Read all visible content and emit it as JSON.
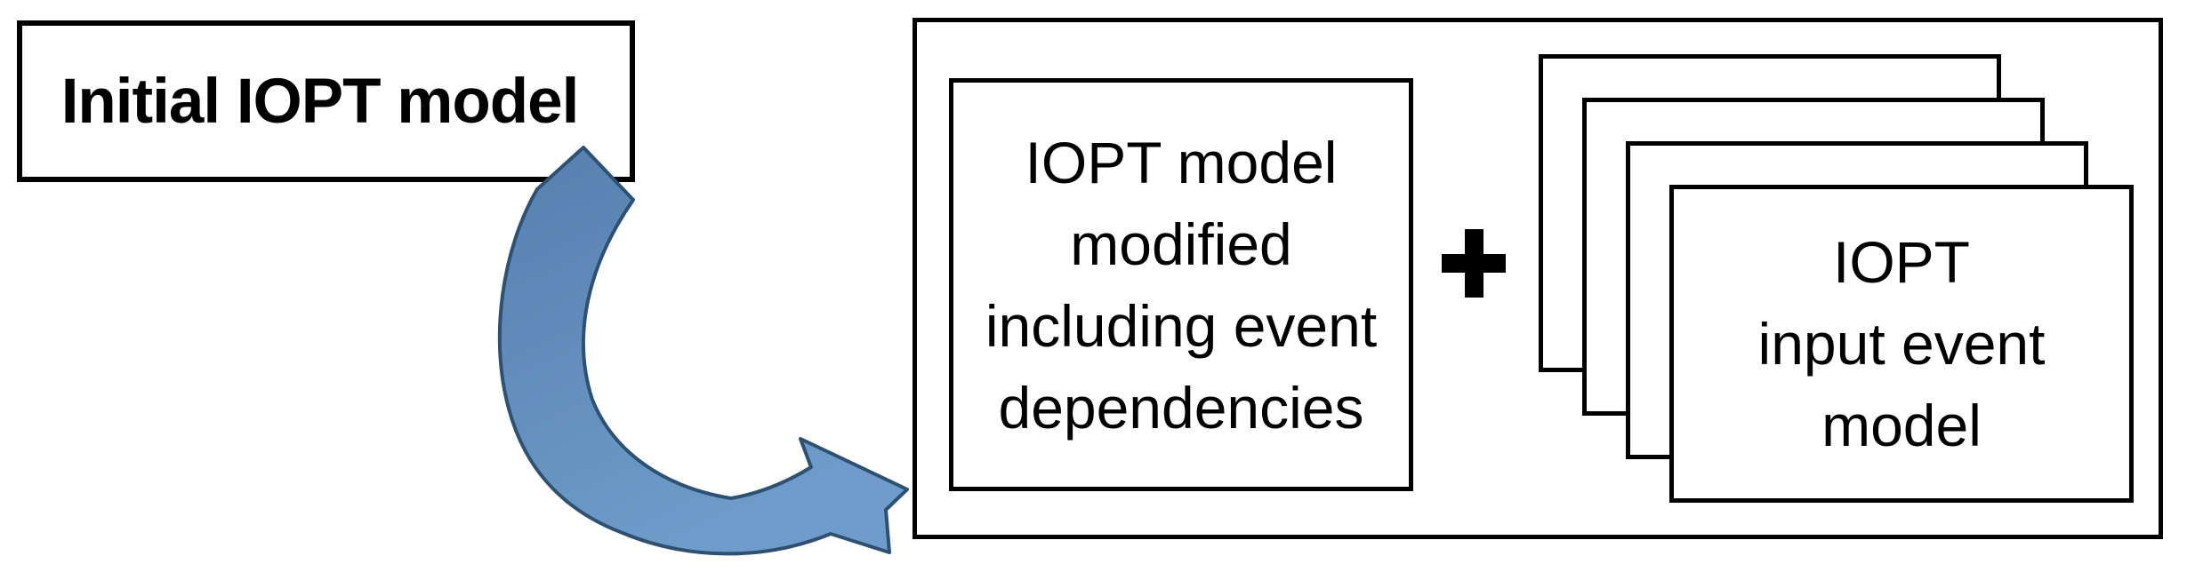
{
  "diagram": {
    "initial_box": {
      "label": "Initial IOPT model"
    },
    "container": {
      "modified_box": {
        "lines": [
          "IOPT model",
          "modified",
          "including event",
          "dependencies"
        ]
      },
      "plus_label": "+",
      "stack_box": {
        "pages": 4,
        "lines": [
          "IOPT",
          "input event",
          "model"
        ]
      }
    },
    "colors": {
      "border": "#000000",
      "arrow_fill_top": "#567fae",
      "arrow_fill_bottom": "#6f9cca",
      "arrow_stroke": "#2e5172",
      "background": "#ffffff"
    }
  }
}
